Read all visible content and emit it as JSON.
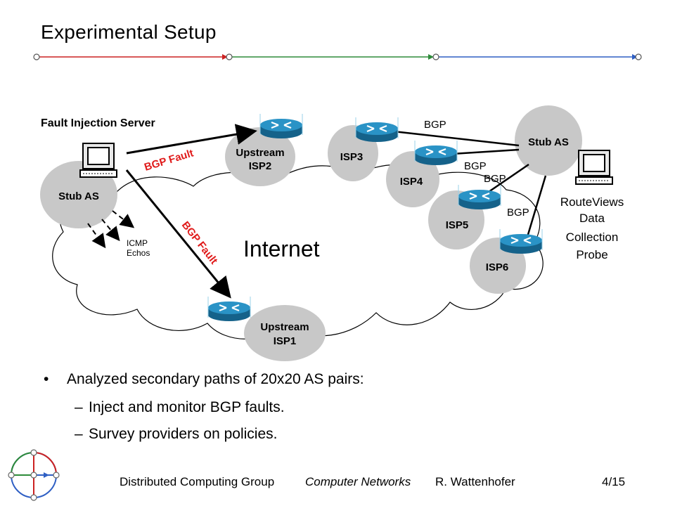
{
  "slide": {
    "title": "Experimental Setup"
  },
  "diagram": {
    "fault_injection_server": "Fault Injection Server",
    "stub_as_left": "Stub AS",
    "stub_as_right": "Stub AS",
    "upstream_isp2": [
      "Upstream",
      "ISP2"
    ],
    "upstream_isp1": [
      "Upstream",
      "ISP1"
    ],
    "isp3": "ISP3",
    "isp4": "ISP4",
    "isp5": "ISP5",
    "isp6": "ISP6",
    "bgp_fault_upper": "BGP Fault",
    "bgp_fault_lower": "BGP Fault",
    "bgp_labels": [
      "BGP",
      "BGP",
      "BGP",
      "BGP"
    ],
    "internet": "Internet",
    "icmp": [
      "ICMP",
      "Echos"
    ],
    "routeviews": [
      "RouteViews",
      "Data",
      "Collection",
      "Probe"
    ]
  },
  "bullets": {
    "marker": "•",
    "main": "Analyzed secondary paths of 20x20 AS pairs:",
    "dash": "–",
    "sub": [
      "Inject and monitor BGP faults.",
      "Survey providers on policies."
    ]
  },
  "footer": {
    "group": "Distributed Computing Group",
    "course": "Computer Networks",
    "author": "R. Wattenhofer",
    "page": "4/15"
  },
  "colors": {
    "rule_red": "#cc2222",
    "rule_green": "#2e8b3a",
    "rule_blue": "#2f5fc4",
    "router_blue": "#1f7fae",
    "cloud_gray": "#c8c8c8",
    "fault_red": "#e01b1b"
  }
}
